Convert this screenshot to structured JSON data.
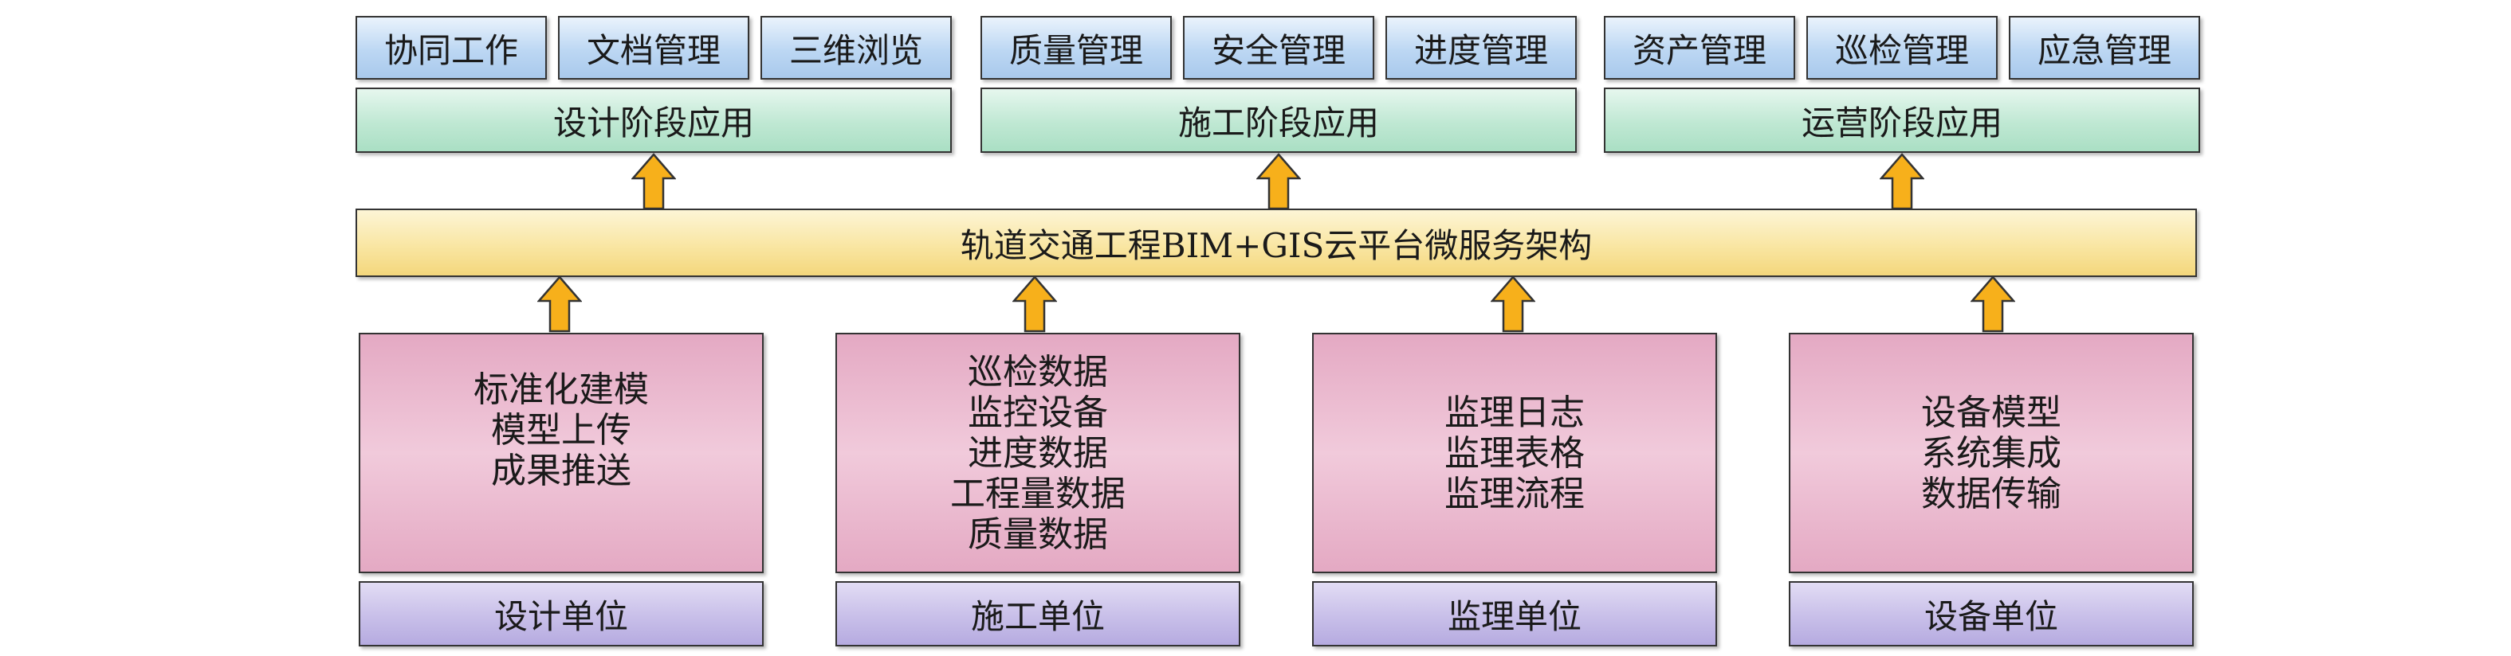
{
  "functions": [
    {
      "label": "协同工作"
    },
    {
      "label": "文档管理"
    },
    {
      "label": "三维浏览"
    },
    {
      "label": "质量管理"
    },
    {
      "label": "安全管理"
    },
    {
      "label": "进度管理"
    },
    {
      "label": "资产管理"
    },
    {
      "label": "巡检管理"
    },
    {
      "label": "应急管理"
    }
  ],
  "stages": [
    {
      "label": "设计阶段应用"
    },
    {
      "label": "施工阶段应用"
    },
    {
      "label": "运营阶段应用"
    }
  ],
  "platform": {
    "label": "轨道交通工程BIM+GIS云平台微服务架构"
  },
  "data_sources": [
    {
      "lines": [
        "标准化建模",
        "模型上传",
        "成果推送"
      ]
    },
    {
      "lines": [
        "巡检数据",
        "监控设备",
        "进度数据",
        "工程量数据",
        "质量数据"
      ]
    },
    {
      "lines": [
        "监理日志",
        "监理表格",
        "监理流程"
      ]
    },
    {
      "lines": [
        "设备模型",
        "系统集成",
        "数据传输"
      ]
    }
  ],
  "units": [
    {
      "label": "设计单位"
    },
    {
      "label": "施工单位"
    },
    {
      "label": "监理单位"
    },
    {
      "label": "设备单位"
    }
  ],
  "colors": {
    "function_fill": "#bcd7f3",
    "stage_fill": "#bfe8d3",
    "platform_fill": "#f9e6a3",
    "data_fill": "#eab8cf",
    "unit_fill": "#c8bfe9",
    "arrow_fill": "#f7b01b"
  }
}
